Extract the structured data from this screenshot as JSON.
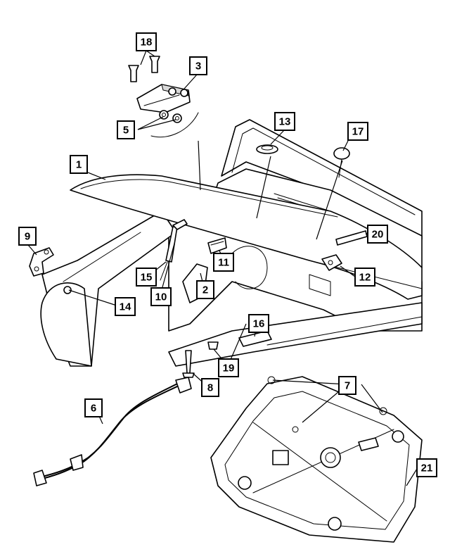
{
  "diagram": {
    "callouts": {
      "c1": "1",
      "c2": "2",
      "c3": "3",
      "c5": "5",
      "c6": "6",
      "c7": "7",
      "c8": "8",
      "c9": "9",
      "c10": "10",
      "c11": "11",
      "c12": "12",
      "c13": "13",
      "c14": "14",
      "c15": "15",
      "c16": "16",
      "c17": "17",
      "c18": "18",
      "c19": "19",
      "c20": "20",
      "c21": "21"
    }
  }
}
